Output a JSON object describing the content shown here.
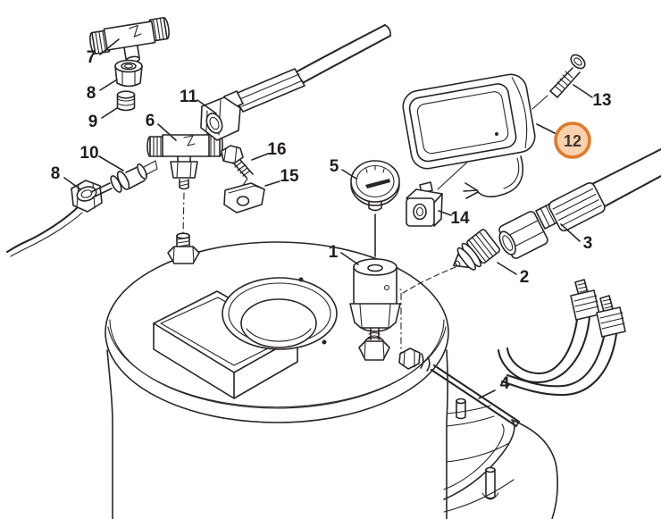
{
  "diagram": {
    "kind": "exploded-parts-diagram",
    "highlighted_part": "12",
    "background_color": "#ffffff",
    "line_color": "#2a2523",
    "label_color": "#221c19",
    "highlight": {
      "fill": "#f8d2ae",
      "stroke": "#e1782c",
      "label_color": "#45382c"
    },
    "callouts": [
      {
        "part": "1"
      },
      {
        "part": "2"
      },
      {
        "part": "3"
      },
      {
        "part": "4"
      },
      {
        "part": "5"
      },
      {
        "part": "6"
      },
      {
        "part": "7"
      },
      {
        "part": "8"
      },
      {
        "part": "8"
      },
      {
        "part": "9"
      },
      {
        "part": "10"
      },
      {
        "part": "11"
      },
      {
        "part": "12",
        "highlighted": true
      },
      {
        "part": "13"
      },
      {
        "part": "14"
      },
      {
        "part": "15"
      },
      {
        "part": "16"
      }
    ]
  }
}
